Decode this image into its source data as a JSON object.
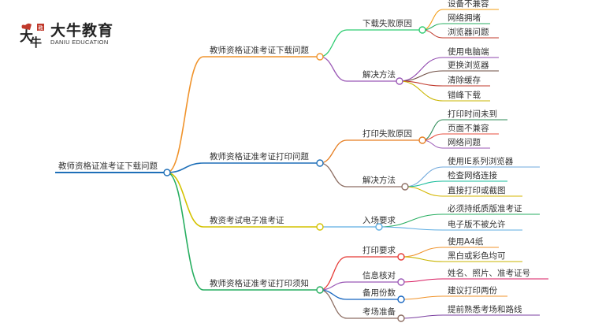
{
  "logo": {
    "name_cn": "大牛教育",
    "name_en": "DANIU EDUCATION",
    "mark_text": "大牛",
    "stamp_text": "教"
  },
  "mindmap": {
    "root": "教师资格证准考证下载问题",
    "branches": [
      {
        "label": "教师资格证准考证下载问题",
        "color": "#f0932b",
        "children": [
          {
            "label": "下载失败原因",
            "color": "#2ecc71",
            "leaves": [
              "设备不兼容",
              "网络拥堵",
              "浏览器问题"
            ],
            "leaf_colors": [
              "#f39c12",
              "#27ae60",
              "#c0392b"
            ]
          },
          {
            "label": "解决方法",
            "color": "#9b59b6",
            "leaves": [
              "使用电脑端",
              "更换浏览器",
              "清除缓存",
              "错峰下载"
            ],
            "leaf_colors": [
              "#8e44ad",
              "#6d4c41",
              "#c0392b",
              "#c9b500"
            ]
          }
        ]
      },
      {
        "label": "教师资格证准考证打印问题",
        "color": "#1e6fb8",
        "children": [
          {
            "label": "打印失败原因",
            "color": "#e67e22",
            "leaves": [
              "打印时间未到",
              "页面不兼容",
              "网络问题"
            ],
            "leaf_colors": [
              "#2e8b57",
              "#e74c3c",
              "#9b59b6"
            ]
          },
          {
            "label": "解决方法",
            "color": "#8d6e63",
            "leaves": [
              "使用IE系列浏览器",
              "检查网络连接",
              "直接打印或截图"
            ],
            "leaf_colors": [
              "#6fa8dc",
              "#1abc9c",
              "#d4b600"
            ]
          }
        ]
      },
      {
        "label": "教资考试电子准考证",
        "color": "#d4c200",
        "children": [
          {
            "label": "入场要求",
            "color": "#5dade2",
            "leaves": [
              "必须持纸质版准考证",
              "电子版不被允许"
            ],
            "leaf_colors": [
              "#27ae60",
              "#5dade2"
            ]
          }
        ]
      },
      {
        "label": "教师资格证准考证打印须知",
        "color": "#27ae60",
        "children": [
          {
            "label": "打印要求",
            "color": "#e53935",
            "leaves": [
              "使用A4纸",
              "黑白或彩色均可"
            ],
            "leaf_colors": [
              "#f0932b",
              "#c9b500"
            ]
          },
          {
            "label": "信息核对",
            "color": "#9b59b6",
            "leaves": [
              "姓名、照片、准考证号"
            ],
            "leaf_colors": [
              "#d81b60"
            ]
          },
          {
            "label": "备用份数",
            "color": "#1565c0",
            "leaves": [
              "建议打印两份"
            ],
            "leaf_colors": [
              "#f0932b"
            ]
          },
          {
            "label": "考场准备",
            "color": "#8d6e63",
            "leaves": [
              "提前熟悉考场和路线"
            ],
            "leaf_colors": [
              "#7b3fa0"
            ]
          }
        ]
      }
    ]
  }
}
